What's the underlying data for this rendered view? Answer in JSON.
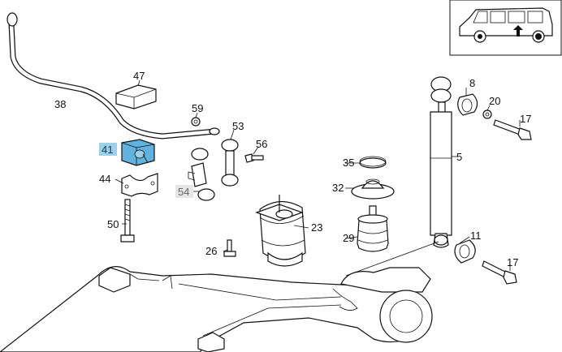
{
  "colors": {
    "highlight": "#9ccfe8",
    "highlight_part": "#5fb3dd",
    "grey_box": "#e6e6e6",
    "line": "#111111"
  },
  "vehicle_icon": "van-side-view-icon",
  "callouts": {
    "p38": "38",
    "p47": "47",
    "p59": "59",
    "p53": "53",
    "p41": "41",
    "p56": "56",
    "p44": "44",
    "p54": "54",
    "p50": "50",
    "p26": "26",
    "p23": "23",
    "p35": "35",
    "p32": "32",
    "p29": "29",
    "p8": "8",
    "p20": "20",
    "p17a": "17",
    "p5": "5",
    "p11": "11",
    "p17b": "17"
  }
}
